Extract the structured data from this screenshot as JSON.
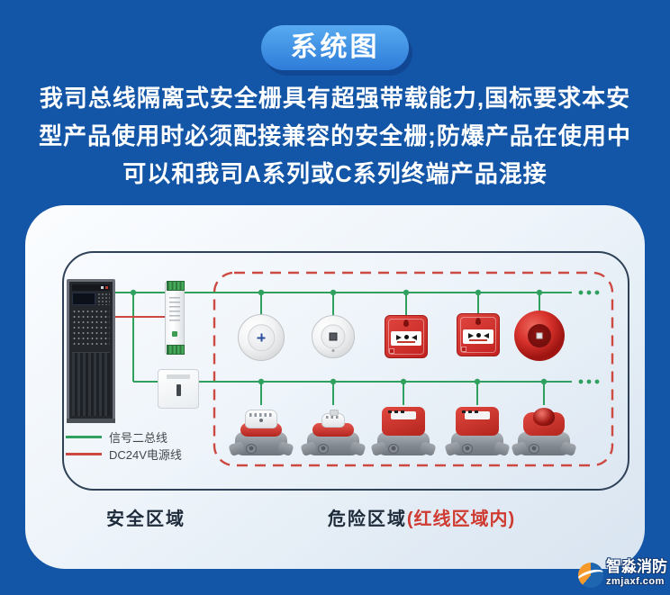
{
  "colors": {
    "background": "#1356a7",
    "badge_gradient_top": "#58aaf0",
    "badge_gradient_bottom": "#2e7cd9",
    "panel": "#eef4fa",
    "diagram_border": "#2e4157",
    "signal_bus_green": "#2fa05e",
    "power_line_red": "#cc4840",
    "danger_zone_dashed_red": "#cd4a43",
    "device_red": "#c2221f"
  },
  "title_badge": {
    "label": "系统图"
  },
  "intro": {
    "lines": [
      "我司总线隔离式安全栅具有超强带载能力,国标要求本安",
      "型产品使用时必须配接兼容的安全栅;防爆产品在使用中",
      "可以和我司A系列或C系列终端产品混接"
    ]
  },
  "diagram": {
    "legend": {
      "items": [
        {
          "label": "信号二总线",
          "color": "#2fa05e"
        },
        {
          "label": "DC24V电源线",
          "color": "#cc4840"
        }
      ]
    },
    "zones": {
      "safe": "安全区域",
      "danger": "危险区域",
      "danger_note": "(红线区域内)"
    },
    "devices": [
      {
        "icon": "fire-alarm-control-cabinet-icon",
        "zone": "safe"
      },
      {
        "icon": "safety-barrier-icon",
        "zone": "safe"
      },
      {
        "icon": "bus-isolator-module-icon",
        "zone": "safe"
      },
      {
        "icon": "smoke-detector-icon",
        "zone": "danger"
      },
      {
        "icon": "heat-detector-icon",
        "zone": "danger"
      },
      {
        "icon": "manual-call-point-icon",
        "zone": "danger"
      },
      {
        "icon": "manual-call-point-icon",
        "zone": "danger"
      },
      {
        "icon": "alarm-bell-icon",
        "zone": "danger"
      },
      {
        "icon": "explosion-proof-smoke-detector-icon",
        "zone": "danger"
      },
      {
        "icon": "explosion-proof-heat-detector-icon",
        "zone": "danger"
      },
      {
        "icon": "explosion-proof-manual-call-point-icon",
        "zone": "danger"
      },
      {
        "icon": "explosion-proof-manual-call-point-icon",
        "zone": "danger"
      },
      {
        "icon": "explosion-proof-beacon-icon",
        "zone": "danger"
      }
    ]
  },
  "watermark": {
    "brand": "智淼消防",
    "domain": "zmjaxf.com"
  }
}
